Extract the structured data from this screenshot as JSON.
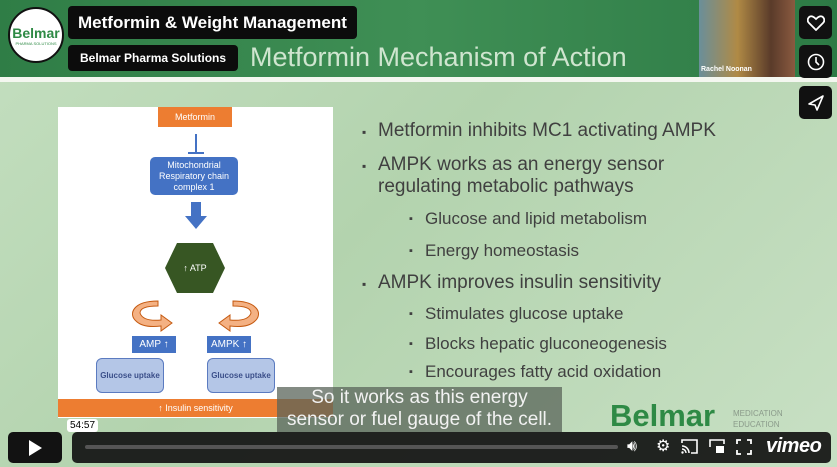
{
  "video": {
    "title": "Metformin & Weight Management",
    "channel": "Belmar Pharma Solutions",
    "logo_text": "Belmar",
    "logo_sub": "PHARMA SOLUTIONS",
    "time": "54:57",
    "caption_line1": "So it works as this energy",
    "caption_line2": "sensor or fuel gauge of the cell.",
    "vimeo": "vimeo",
    "presenter": "Rachel Noonan"
  },
  "slide": {
    "title": "Metformin Mechanism of Action",
    "diagram": {
      "metformin": "Metformin",
      "mito": "Mitochondrial Respiratory chain complex 1",
      "atp": "↑ ATP",
      "amp": "AMP ↑",
      "ampk": "AMPK ↑",
      "glucose1": "Glucose uptake",
      "glucose2": "Glucose uptake",
      "insulin": "↑ Insulin sensitivity"
    },
    "bullets": [
      {
        "text": "Metformin inhibits MC1 activating AMPK"
      },
      {
        "text": "AMPK works as an energy sensor"
      },
      {
        "text": "regulating metabolic pathways"
      },
      {
        "text": "Glucose and lipid metabolism"
      },
      {
        "text": "Energy homeostasis"
      },
      {
        "text": "AMPK improves insulin sensitivity"
      },
      {
        "text": "Stimulates glucose uptake"
      },
      {
        "text": "Blocks hepatic gluconeogenesis"
      },
      {
        "text": "Encourages fatty acid oxidation"
      }
    ],
    "brand": "Belmar",
    "brand_sub1": "MEDICATION",
    "brand_sub2": "EDUCATION"
  }
}
